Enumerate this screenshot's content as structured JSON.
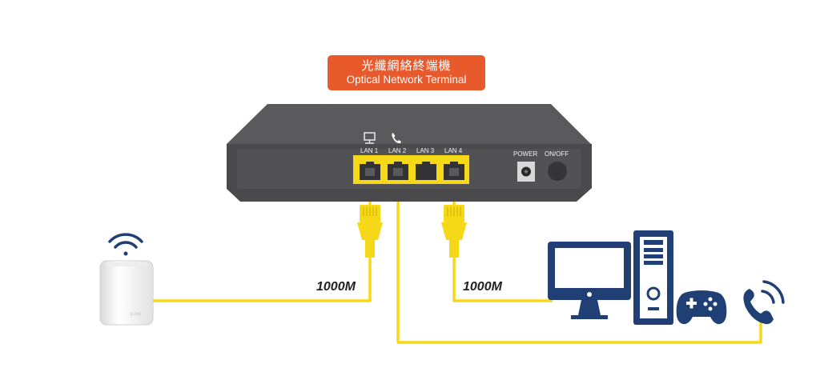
{
  "title": {
    "chinese": "光纖網絡終端機",
    "english": "Optical Network Terminal"
  },
  "device": {
    "ports": [
      "LAN 1",
      "LAN 2",
      "LAN 3",
      "LAN 4"
    ],
    "power_label": "POWER",
    "switch_label": "ON/OFF",
    "port_icons": [
      "computer-icon",
      "phone-icon"
    ]
  },
  "links": {
    "router_speed": "1000M",
    "computer_speed": "1000M"
  },
  "devices": {
    "router_brand": "tp-link",
    "icons": [
      "wifi-icon",
      "mesh-router",
      "monitor-icon",
      "pc-tower-icon",
      "gamepad-icon",
      "phone-icon"
    ]
  },
  "colors": {
    "accent_orange": "#e8592b",
    "cable_yellow": "#f5d918",
    "device_navy": "#1f3f75",
    "ont_gray": "#4a4a4c"
  }
}
